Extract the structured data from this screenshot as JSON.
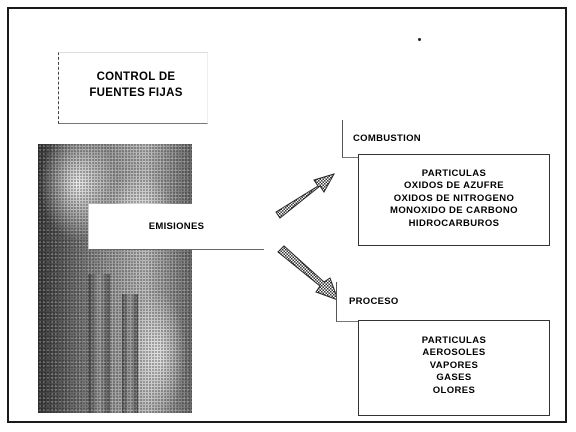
{
  "title": "CONTROL DE FUENTES FIJAS",
  "center_node": "EMISIONES",
  "branches": [
    {
      "label": "COMBUSTION",
      "items": [
        "PARTICULAS",
        "OXIDOS DE AZUFRE",
        "OXIDOS DE NITROGENO",
        "MONOXIDO DE CARBONO",
        "HIDROCARBUROS"
      ]
    },
    {
      "label": "PROCESO",
      "items": [
        "PARTICULAS",
        "AEROSOLES",
        "VAPORES",
        "GASES",
        "OLORES"
      ]
    }
  ],
  "colors": {
    "arrow": "#3a3a3a",
    "border": "#222222"
  }
}
